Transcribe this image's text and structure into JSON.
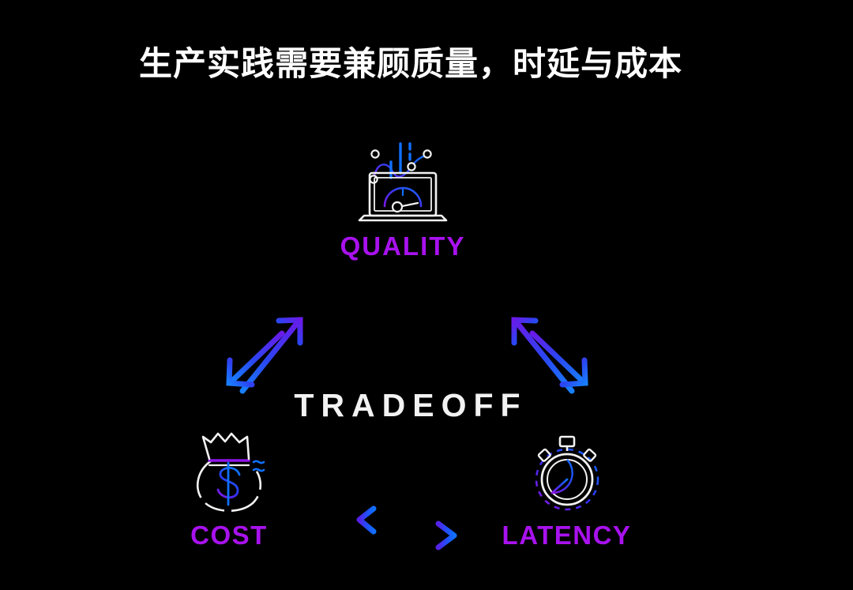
{
  "slide": {
    "background_color": "#000000",
    "title": "生产实践需要兼顾质量，时延与成本",
    "center_word": "TRADEOFF"
  },
  "palette": {
    "label_purple": "#a812ee",
    "arrow_purple": "#6a1ae8",
    "arrow_blue": "#1070ff",
    "icon_white": "#f2f2f2",
    "title_white": "#ffffff"
  },
  "nodes": [
    {
      "id": "quality",
      "label": "QUALITY",
      "icon": "laptop-analytics-gauge-icon",
      "position": "top"
    },
    {
      "id": "cost",
      "label": "COST",
      "icon": "money-bag-dollar-icon",
      "position": "bottom-left"
    },
    {
      "id": "latency",
      "label": "LATENCY",
      "icon": "stopwatch-icon",
      "position": "bottom-right"
    }
  ],
  "arrows": [
    {
      "id": "cost-quality",
      "name": "double-arrow-cost-quality",
      "from": "COST",
      "to": "QUALITY",
      "direction": "bidirectional",
      "gradient_from": "#1070ff",
      "gradient_to": "#6a1ae8"
    },
    {
      "id": "quality-latency",
      "name": "double-arrow-quality-latency",
      "from": "QUALITY",
      "to": "LATENCY",
      "direction": "bidirectional",
      "gradient_from": "#6a1ae8",
      "gradient_to": "#1070ff"
    },
    {
      "id": "cost-latency",
      "name": "double-arrow-cost-latency",
      "from": "COST",
      "to": "LATENCY",
      "direction": "bidirectional",
      "gradient_from": "#5522e8",
      "gradient_to": "#1070ff"
    }
  ],
  "chart_data": {
    "type": "diagram",
    "title": "生产实践需要兼顾质量，时延与成本",
    "center_label": "TRADEOFF",
    "shape": "triangle",
    "vertices": [
      "QUALITY",
      "COST",
      "LATENCY"
    ],
    "edges": [
      {
        "a": "COST",
        "b": "QUALITY",
        "style": "bidirectional-arrow"
      },
      {
        "a": "QUALITY",
        "b": "LATENCY",
        "style": "bidirectional-arrow"
      },
      {
        "a": "COST",
        "b": "LATENCY",
        "style": "bidirectional-arrow"
      }
    ]
  }
}
